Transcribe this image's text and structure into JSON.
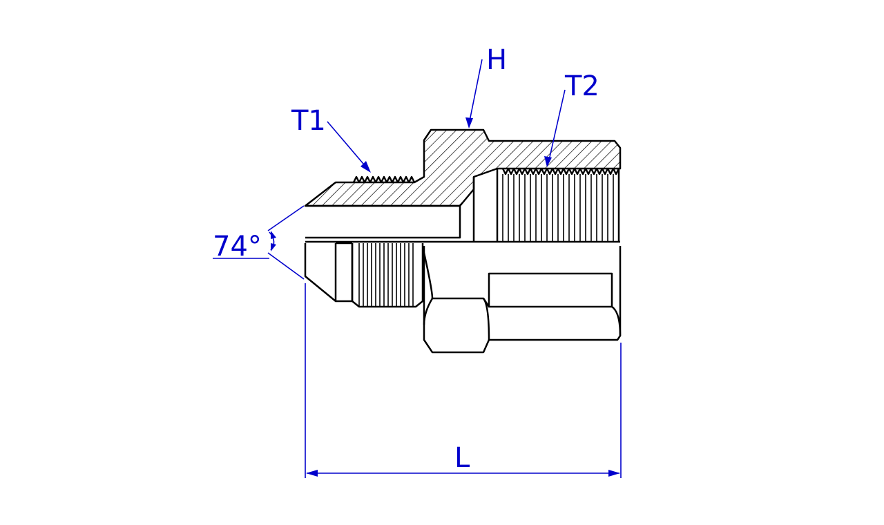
{
  "colors": {
    "dimension": "#0000cc",
    "outline": "#000000",
    "background": "#ffffff"
  },
  "labels": {
    "hex": "H",
    "thread_1": "T1",
    "thread_2": "T2",
    "flare_angle": "74°",
    "length": "L"
  }
}
